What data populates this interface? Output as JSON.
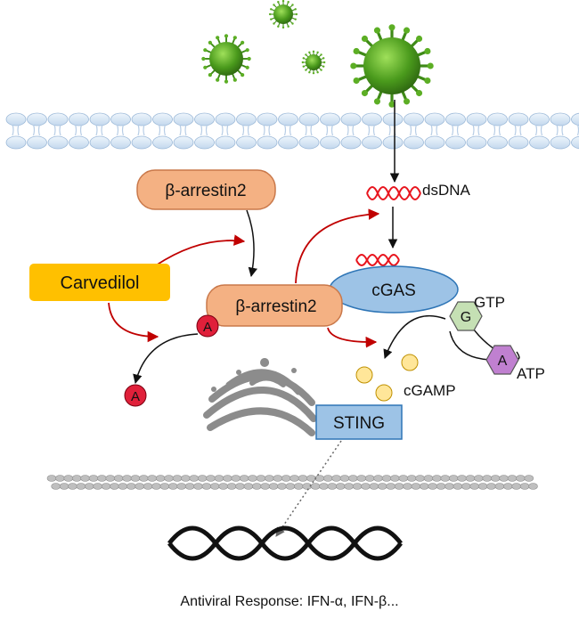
{
  "labels": {
    "beta_arrestin2_top": "β-arrestin2",
    "beta_arrestin2_main": "β-arrestin2",
    "carvedilol": "Carvedilol",
    "dsdna": "dsDNA",
    "cgas": "cGAS",
    "gtp": "GTP",
    "atp": "ATP",
    "g_letter": "G",
    "a_letter": "A",
    "a_mark_1": "A",
    "a_mark_2": "A",
    "cgamp": "cGAMP",
    "sting": "STING",
    "response": "Antiviral Response: IFN-α, IFN-β..."
  },
  "colors": {
    "arrestin_fill": "#f4b183",
    "arrestin_stroke": "#c9784a",
    "carvedilol_fill": "#ffc000",
    "cgas_fill": "#9dc3e6",
    "cgas_stroke": "#2e75b6",
    "sting_fill": "#9dc3e6",
    "sting_stroke": "#2e75b6",
    "dna_red": "#e8141d",
    "arrow_red": "#c00000",
    "a_mark_fill": "#e0203a",
    "gtp_fill": "#c5e0b4",
    "atp_fill": "#c080d0",
    "cgamp_fill": "#ffe699",
    "membrane_fill": "#d6e6f5",
    "virus_green": "#4a9a1c",
    "golgi_gray": "#8c8c8c"
  },
  "icons": [
    "virus-icon",
    "cell-membrane",
    "golgi-apparatus",
    "nuclear-membrane",
    "dna-helix"
  ]
}
